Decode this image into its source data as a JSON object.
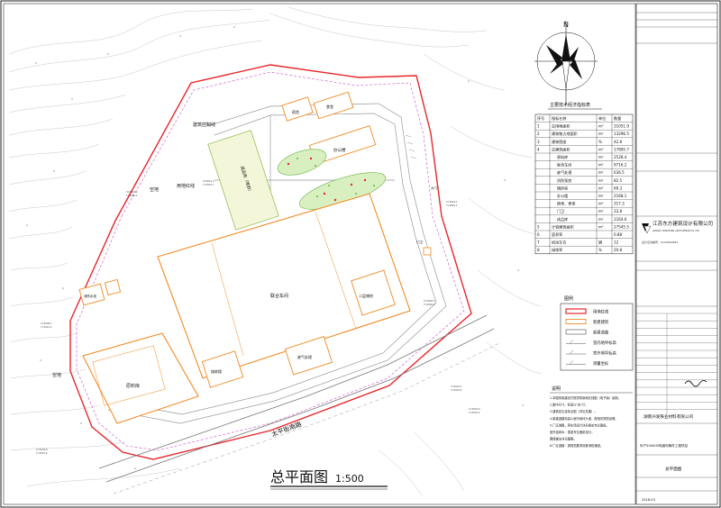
{
  "drawing": {
    "title": "总平面图",
    "scale": "1:500"
  },
  "plan": {
    "north_label": "N",
    "road_label": "太平街南路",
    "labels": {
      "redline_1": "建筑控制线",
      "redline_2": "用地红线",
      "vacant_1": "空地",
      "vacant_2": "空地",
      "finished_yard": "成品库（堆放）",
      "dorm": "宿舍",
      "canteen": "食堂",
      "office": "办公楼",
      "combined_workshop": "联合车间",
      "raw_material": "原料库",
      "fire_pool": "消防水池",
      "furnace_room": "熔炼楼",
      "gas_treatment": "废气处理",
      "water_treatment": "二层铺房",
      "gate": "门卫",
      "guard": "大门"
    }
  },
  "tech_table": {
    "title": "主要技术经济指标表",
    "headers": [
      "序号",
      "指标名称",
      "单位",
      "数量"
    ],
    "rows": [
      [
        "1",
        "总用地面积",
        "m²",
        "31051.9"
      ],
      [
        "2",
        "建筑物占地面积",
        "m²",
        "13296.5"
      ],
      [
        "3",
        "建筑密度",
        "%",
        "42.8"
      ],
      [
        "4",
        "总建筑面积",
        "m²",
        "17895.7"
      ],
      [
        "",
        "原料库",
        "m²",
        "2528.4"
      ],
      [
        "",
        "联合车间",
        "m²",
        "9716.2"
      ],
      [
        "",
        "废气处理",
        "m²",
        "636.5"
      ],
      [
        "",
        "消防泵房",
        "m²",
        "82.5"
      ],
      [
        "",
        "锅炉房",
        "m²",
        "69.3"
      ],
      [
        "",
        "办公楼",
        "m²",
        "2168.1"
      ],
      [
        "",
        "宿舍、食堂",
        "m²",
        "317.3"
      ],
      [
        "",
        "门卫",
        "m²",
        "33.8"
      ],
      [
        "",
        "成品库",
        "m²",
        "1164.6"
      ],
      [
        "5",
        "计容建筑面积",
        "m²",
        "27545.5"
      ],
      [
        "6",
        "容积率",
        "",
        "0.88"
      ],
      [
        "7",
        "机动车位",
        "辆",
        "12"
      ],
      [
        "8",
        "绿地率",
        "%",
        "20.8"
      ]
    ]
  },
  "legend": {
    "title": "图例",
    "items": [
      {
        "label": "用地红线",
        "color": "#e8262b"
      },
      {
        "label": "新建建筑",
        "color": "#f08a24"
      },
      {
        "label": "新建道路",
        "color": "#888888"
      },
      {
        "label": "室内地坪标高",
        "color": "#555555"
      },
      {
        "label": "室外地坪标高",
        "color": "#555555"
      },
      {
        "label": "测量坐标",
        "color": "#555555"
      }
    ]
  },
  "notes": {
    "title": "说明",
    "lines": [
      "1.本图采用建设方提供的用地红线图（电子版）绘制。",
      "2.图中尺寸、标高以\"米\"计。",
      "3.建筑定位坐标见图（详见总图）。",
      "4.新建道路标高以室内地坪为准，按相关规范设置。",
      "5.厂区道路，停车场设计详见相关专业图纸。",
      "  室外给排水：按各专业图纸设计。",
      "  围墙做法详见图集。",
      "6.厂区道路：按规范要求设置消防通道。"
    ]
  },
  "titleblock": {
    "company": "江苏东方建筑设计有限公司",
    "company_en": "JIANGSU DONGFANG ARCH.DESIGN CO.,LTD",
    "cert_no": "设计证书编号：A132000462",
    "client": "湖南兴发铁业材料有限公司",
    "project": "年产500000吨钢材铸件工程项目",
    "drawing_name": "总平面图",
    "date": "2018.03"
  }
}
